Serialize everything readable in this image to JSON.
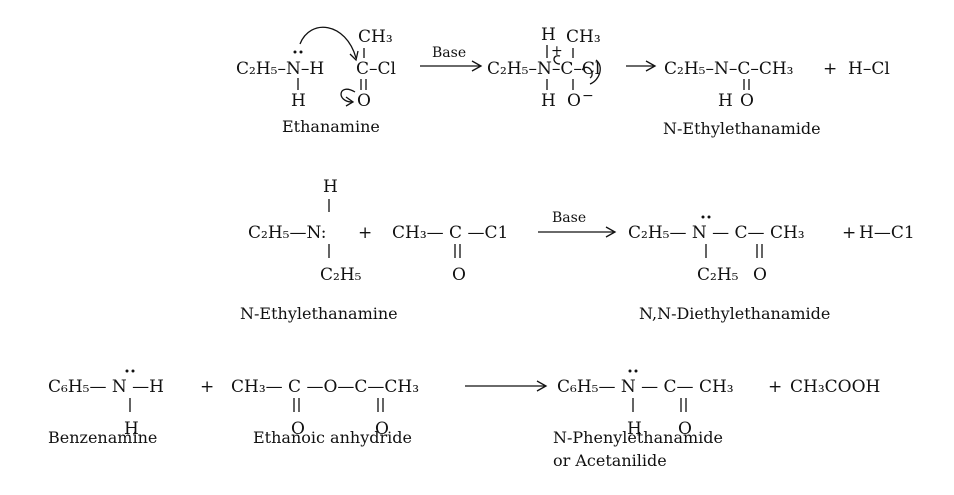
{
  "reaction1": {
    "r1a": "C₂H₅–N–H",
    "r1h": "H",
    "r1ch3": "CH₃",
    "r1ccl": "C–Cl",
    "r1o": "O",
    "base": "Base",
    "i_h_top": "H",
    "i_ch3": "CH₃",
    "i_plus": "+",
    "i_main": "C₂H₅–N–C–Cl",
    "i_h_bot": "H",
    "i_o": "O",
    "i_minus": "−",
    "p_main": "C₂H₅–N–C–CH₃",
    "p_h": "H",
    "p_o": "O",
    "plus": "+",
    "hcl": "H–Cl",
    "label_reactant": "Ethanamine",
    "label_product": "N-Ethylethanamide"
  },
  "reaction2": {
    "top_h": "H",
    "amine": "C₂H₅—N:",
    "amine_c2h5": "C₂H₅",
    "plus1": "+",
    "acyl": "CH₃— C —C1",
    "acyl_o": "O",
    "base": "Base",
    "prod": "C₂H₅— N — C— CH₃",
    "prod_c2h5": "C₂H₅",
    "prod_o": "O",
    "plus2": "+",
    "hcl": "H—C1",
    "label_reactant": "N-Ethylethanamine",
    "label_product": "N,N-Diethylethanamide"
  },
  "reaction3": {
    "amine": "C₆H₅— N —H",
    "amine_h": "H",
    "plus1": "+",
    "anhydride": "CH₃— C —O—C—CH₃",
    "anh_o1": "O",
    "anh_o2": "O",
    "prod": "C₆H₅— N — C— CH₃",
    "prod_h": "H",
    "prod_o": "O",
    "plus2": "+",
    "acid": "CH₃COOH",
    "label_reactant1": "Benzenamine",
    "label_reactant2": "Ethanoic anhydride",
    "label_product_1": "N-Phenylethanamide",
    "label_product_2": "or Acetanilide"
  }
}
